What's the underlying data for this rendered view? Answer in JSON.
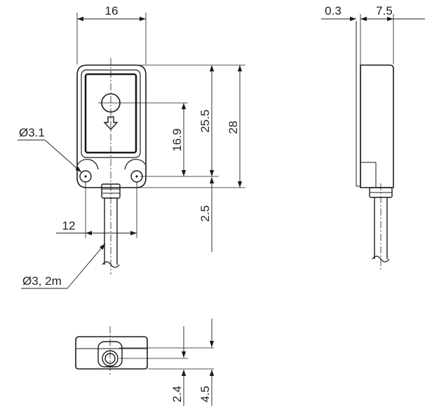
{
  "front_view": {
    "width_label": "16",
    "height_outer_label": "28",
    "height_inner_label": "25.5",
    "axis_to_bottom_label": "16.9",
    "bottom_offset_label": "2.5",
    "hole_spacing_label": "12",
    "hole_diameter_label": "Ø3.1",
    "cable_label": "Ø3, 2m"
  },
  "side_view": {
    "lip_label": "0.3",
    "depth_label": "7.5"
  },
  "bottom_view": {
    "inner_height_label": "2.4",
    "outer_height_label": "4.5"
  }
}
